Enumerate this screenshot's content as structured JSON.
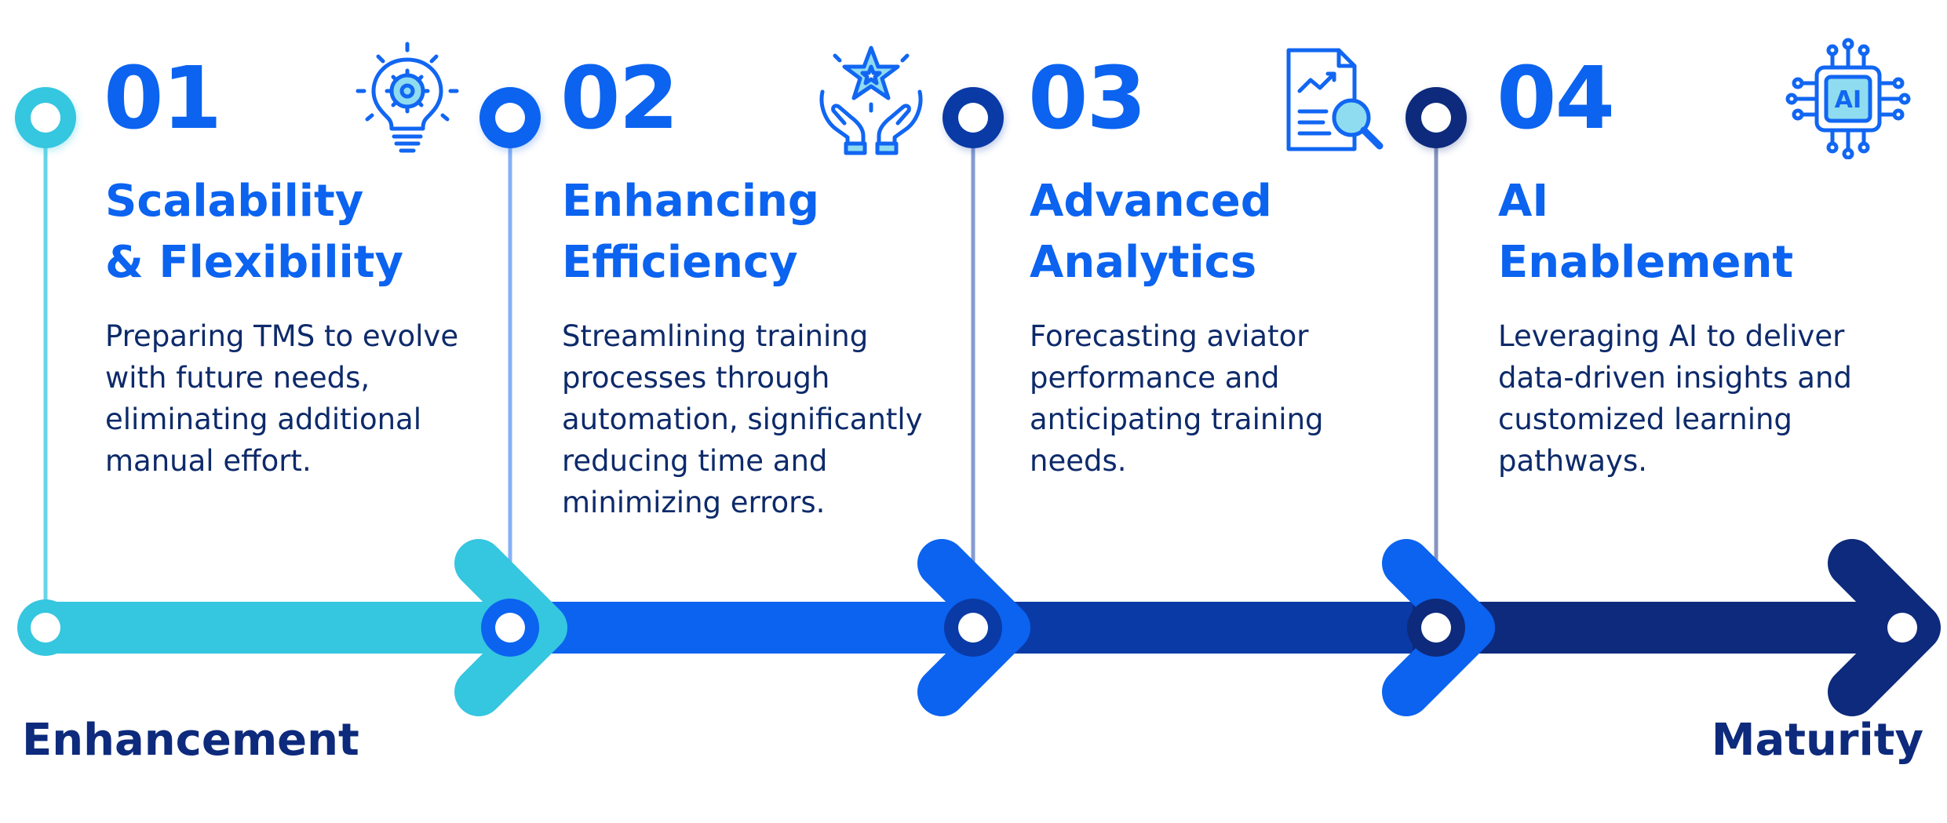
{
  "colors": {
    "stage1": "#35c6e0",
    "stage2": "#0b63f0",
    "stage3": "#0a3aa6",
    "stage4": "#0d2a7c",
    "heading": "#0b63f0",
    "body_text": "#0d2a6a",
    "icon": "#1166f2"
  },
  "stages": [
    {
      "number": "01",
      "title_lines": [
        "Scalability",
        "& Flexibility"
      ],
      "desc_lines": [
        "Preparing TMS to evolve",
        "with future needs,",
        "eliminating additional",
        "manual effort."
      ],
      "icon": "lightbulb-gear-icon"
    },
    {
      "number": "02",
      "title_lines": [
        "Enhancing",
        "Efficiency"
      ],
      "desc_lines": [
        "Streamlining training",
        "processes through",
        "automation, significantly",
        "reducing time and",
        "minimizing errors."
      ],
      "icon": "hands-star-icon"
    },
    {
      "number": "03",
      "title_lines": [
        "Advanced",
        "Analytics"
      ],
      "desc_lines": [
        "Forecasting aviator",
        "performance and",
        "anticipating training",
        "needs."
      ],
      "icon": "report-magnifier-icon"
    },
    {
      "number": "04",
      "title_lines": [
        "AI",
        "Enablement"
      ],
      "desc_lines": [
        "Leveraging AI to deliver",
        "data-driven insights and",
        "customized learning",
        "pathways."
      ],
      "icon": "ai-chip-icon",
      "icon_text": "AI"
    }
  ],
  "labels": {
    "start": "Enhancement",
    "end": "Maturity"
  }
}
